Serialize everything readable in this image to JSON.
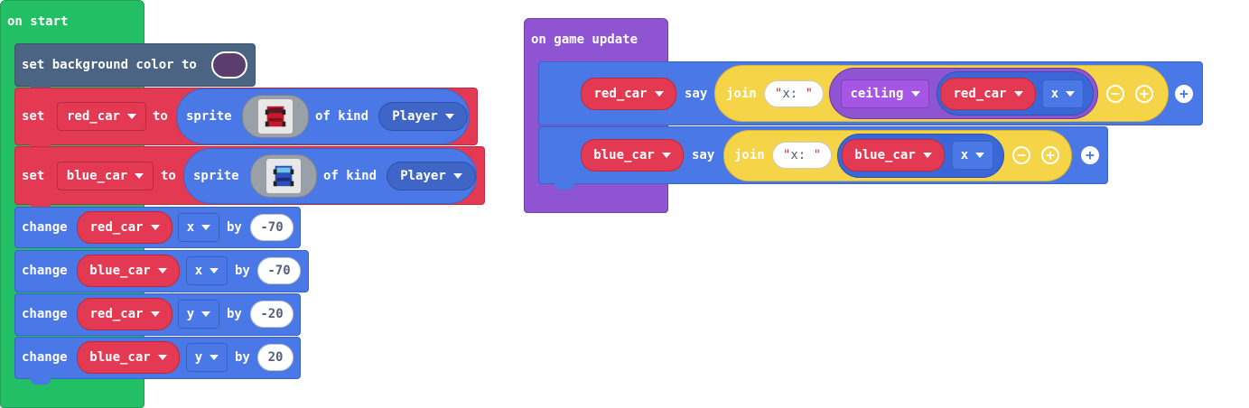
{
  "on_start": {
    "hat_label": "on start",
    "set_bg": {
      "label": "set background color to",
      "color": "#5b3e6e"
    },
    "set_red": {
      "set": "set",
      "var": "red_car",
      "to": "to",
      "sprite": "sprite",
      "of_kind": "of kind",
      "kind": "Player"
    },
    "set_blue": {
      "set": "set",
      "var": "blue_car",
      "to": "to",
      "sprite": "sprite",
      "of_kind": "of kind",
      "kind": "Player"
    },
    "changes": [
      {
        "change": "change",
        "var": "red_car",
        "prop": "x",
        "by": "by",
        "value": "-70"
      },
      {
        "change": "change",
        "var": "blue_car",
        "prop": "x",
        "by": "by",
        "value": "-70"
      },
      {
        "change": "change",
        "var": "red_car",
        "prop": "y",
        "by": "by",
        "value": "-20"
      },
      {
        "change": "change",
        "var": "blue_car",
        "prop": "y",
        "by": "by",
        "value": "20"
      }
    ]
  },
  "on_update": {
    "hat_label": "on game update",
    "row1": {
      "var": "red_car",
      "say": "say",
      "join": "join",
      "str": "x: ",
      "ceiling": "ceiling",
      "inner_var": "red_car",
      "prop": "x"
    },
    "row2": {
      "var": "blue_car",
      "say": "say",
      "join": "join",
      "str": "x: ",
      "inner_var": "blue_car",
      "prop": "x"
    }
  },
  "icons": {
    "minus": "−",
    "plus": "+"
  }
}
